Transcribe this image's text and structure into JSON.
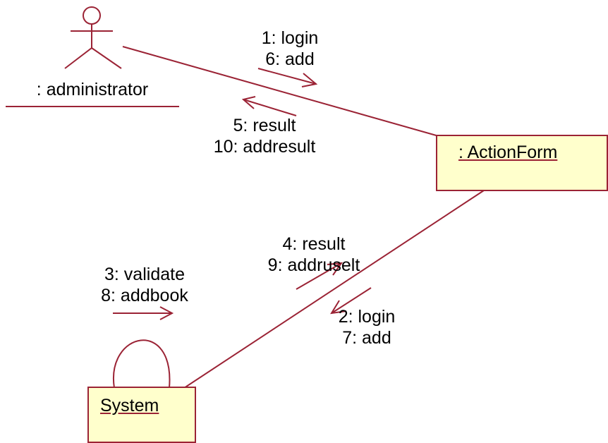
{
  "colors": {
    "line": "#9b2335",
    "object_fill": "#ffffcc",
    "text": "#000000",
    "background": "#ffffff"
  },
  "actor": {
    "name": ": administrator",
    "icon": "stick-figure-actor-icon"
  },
  "objects": {
    "action_form": ": ActionForm",
    "system": "System"
  },
  "messages": {
    "admin_to_actionform": [
      "1: login",
      "6: add"
    ],
    "actionform_to_admin": [
      "5: result",
      "10: addresult"
    ],
    "system_to_actionform": [
      "4: result",
      "9: addruselt"
    ],
    "actionform_to_system": [
      "2: login",
      "7: add"
    ],
    "system_self": [
      "3: validate",
      "8: addbook"
    ]
  }
}
